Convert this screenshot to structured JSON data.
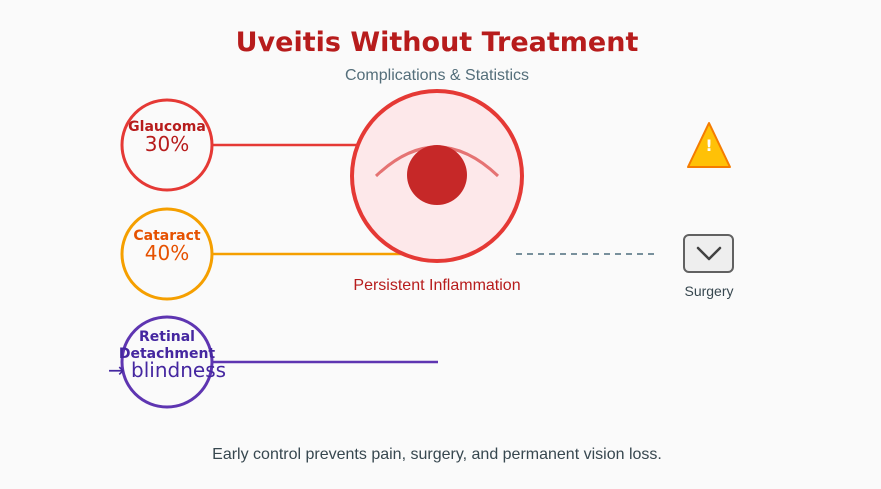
{
  "title": "Uveitis Without Treatment",
  "subtitle": "Complications & Statistics",
  "center_label": "Persistent Inflammation",
  "complications": [
    {
      "name": "Glaucoma",
      "stat": "30%",
      "color": "#e53935",
      "text_color": "#b71c1c"
    },
    {
      "name": "Cataract",
      "stat": "40%",
      "color": "#f59f00",
      "text_color": "#e65100"
    },
    {
      "name_lines": [
        "Retinal",
        "Detachment"
      ],
      "stat": "→ blindness",
      "color": "#5e35b1",
      "text_color": "#4527a0"
    }
  ],
  "surgery_label": "Surgery",
  "footer": "Early control prevents pain, surgery, and permanent vision loss.",
  "icons": {
    "warning": "warning-triangle-icon",
    "surgery": "chevron-down-icon"
  },
  "colors": {
    "eye_stroke": "#e53935",
    "eye_fill": "#fde8ea",
    "pupil": "#c62828",
    "warning": "#ffc107",
    "warning_border": "#f57c00",
    "dashed": "#78909c"
  }
}
